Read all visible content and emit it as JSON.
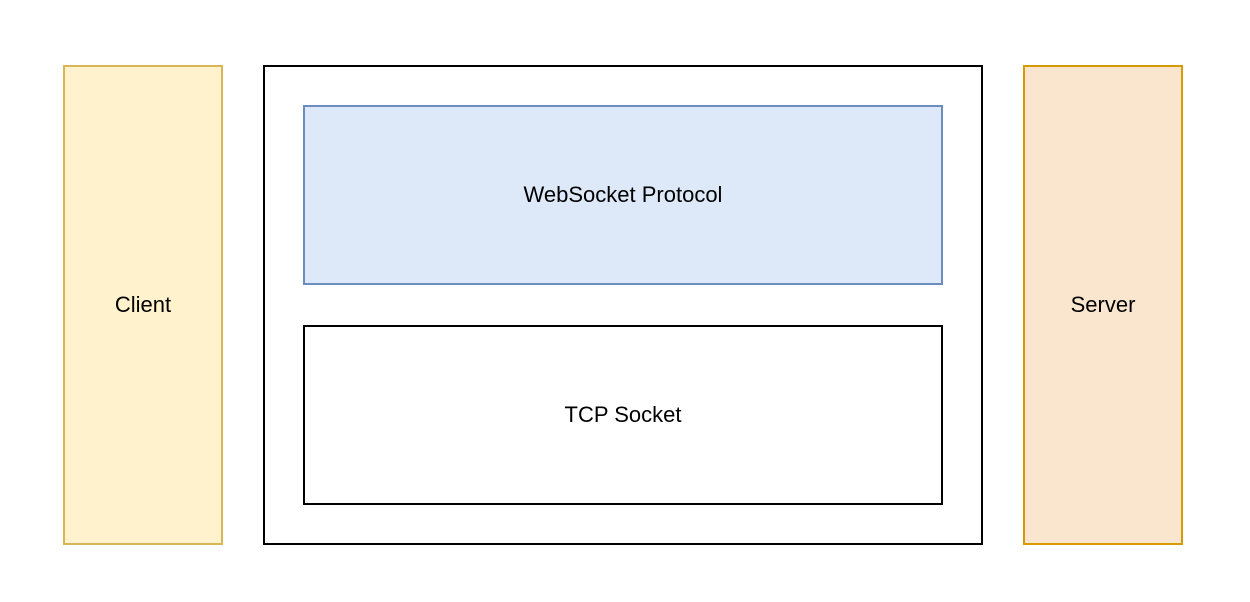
{
  "diagram": {
    "client": {
      "label": "Client",
      "fill": "#fff2cc",
      "stroke": "#d6b656"
    },
    "server": {
      "label": "Server",
      "fill": "#fae6cf",
      "stroke": "#d79b00"
    },
    "stack": {
      "stroke": "#000000",
      "layers": [
        {
          "label": "WebSocket Protocol",
          "fill": "#dde8f9",
          "stroke": "#6c8ebf"
        },
        {
          "label": "TCP Socket",
          "fill": "#ffffff",
          "stroke": "#000000"
        }
      ]
    }
  }
}
